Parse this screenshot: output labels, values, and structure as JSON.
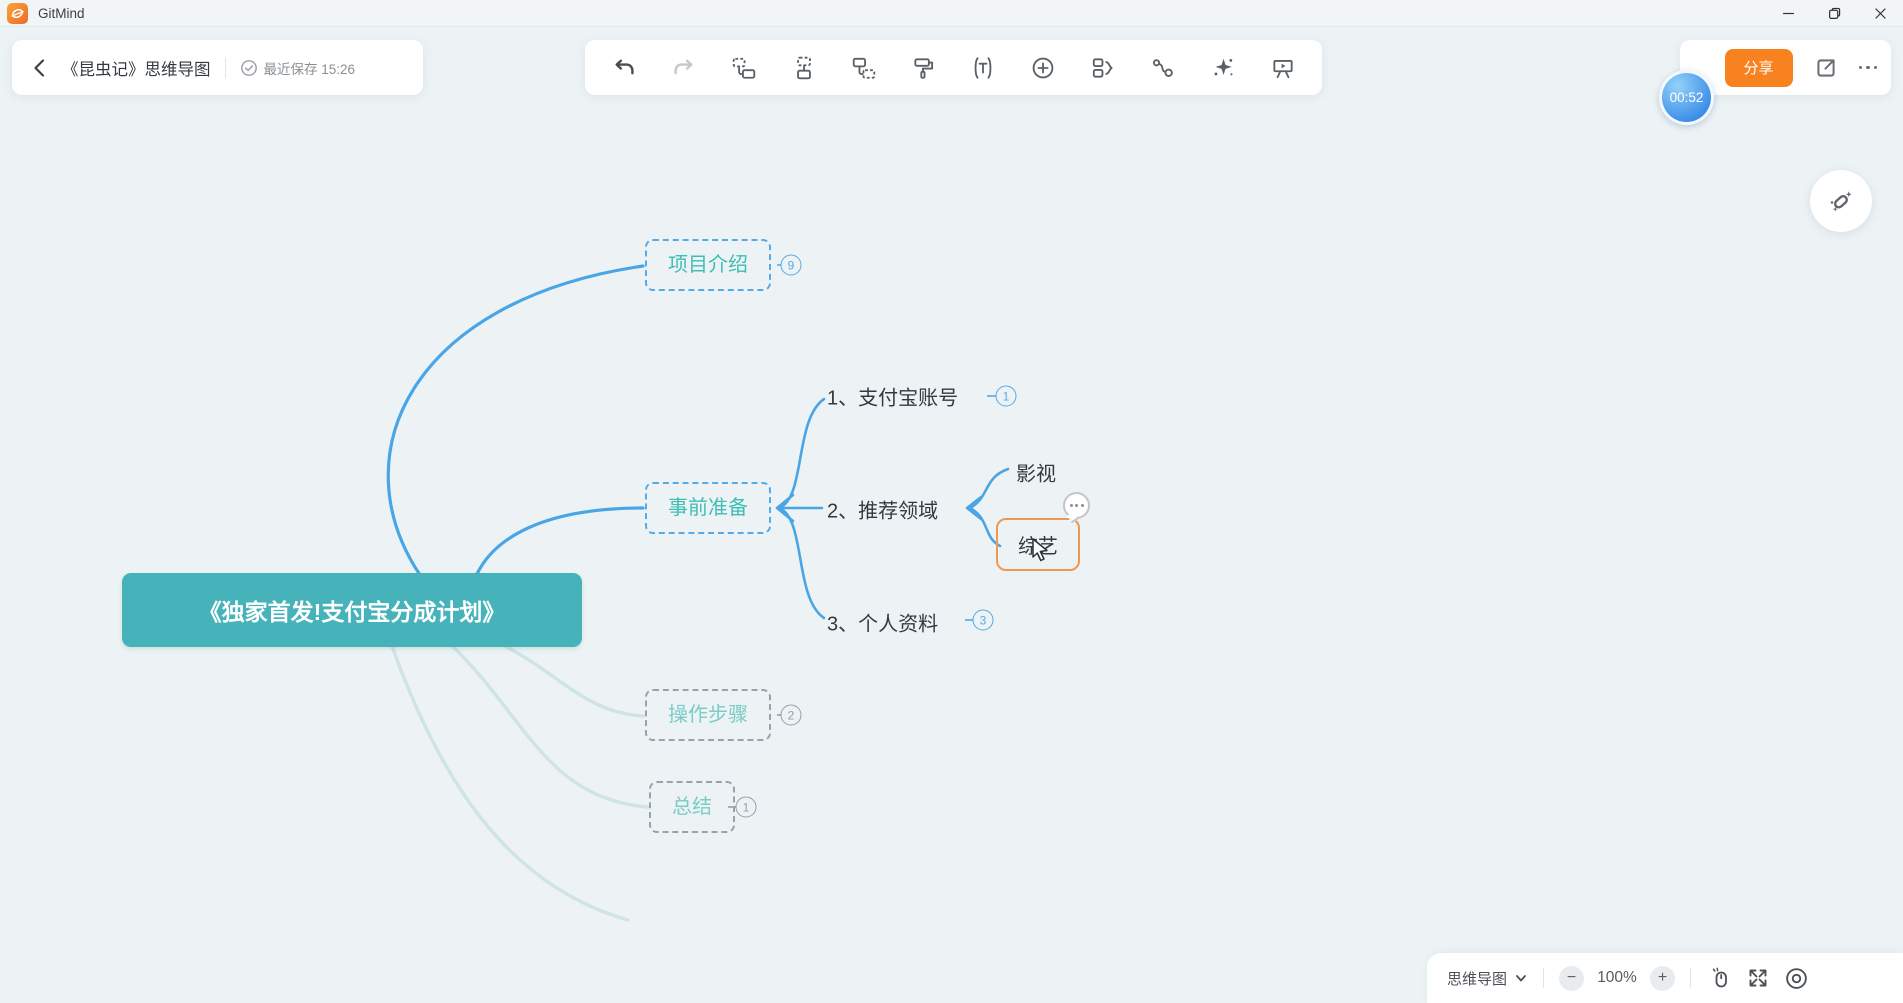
{
  "app": {
    "name": "GitMind"
  },
  "window_controls": {
    "icons": [
      "minimize-icon",
      "restore-icon",
      "close-icon"
    ]
  },
  "header": {
    "doc_title": "《昆虫记》思维导图",
    "save_status": "最近保存 15:26",
    "icons": [
      "back-chevron-icon",
      "saved-check-icon"
    ]
  },
  "toolbar": {
    "icons": [
      "undo-icon",
      "redo-icon",
      "insert-sibling-node-icon",
      "insert-parent-node-icon",
      "insert-child-node-icon",
      "format-painter-icon",
      "insert-text-icon",
      "insert-plus-icon",
      "summary-icon",
      "relation-line-icon",
      "ai-magic-icon",
      "presentation-icon"
    ]
  },
  "share": {
    "label": "分享",
    "timer": "00:52",
    "icons": [
      "export-icon",
      "more-icon"
    ]
  },
  "side": {
    "ai_button_icon": "magic-wand-icon"
  },
  "mindmap": {
    "root": {
      "label": "《独家首发!支付宝分成计划》"
    },
    "branch_project": {
      "label": "项目介绍",
      "badge": "9"
    },
    "branch_prepare": {
      "label": "事前准备"
    },
    "child_1": {
      "label": "1、支付宝账号",
      "badge": "1"
    },
    "child_2": {
      "label": "2、推荐领域"
    },
    "child_2_1": {
      "label": "影视"
    },
    "child_2_2": {
      "label": "综艺",
      "selected": true
    },
    "child_3": {
      "label": "3、个人资料",
      "badge": "3"
    },
    "branch_steps": {
      "label": "操作步骤",
      "badge": "2"
    },
    "branch_summary": {
      "label": "总结",
      "badge": "1"
    },
    "colors": {
      "link_blue": "#49a5e5",
      "link_faded": "#cfe4e5",
      "node_teal_text": "#3fbeb4",
      "dashed_border_blue": "#55abe8",
      "dimmed_border_gray": "#97a3ac",
      "selected_orange": "#ef9950",
      "root_bg": "#46b2ba",
      "share_orange": "#f8821f"
    }
  },
  "statusbar": {
    "layout_label": "思维导图",
    "zoom_out": "−",
    "zoom_level": "100%",
    "zoom_in": "+",
    "icons": [
      "mouse-mode-icon",
      "fit-screen-icon",
      "eye-icon"
    ]
  }
}
